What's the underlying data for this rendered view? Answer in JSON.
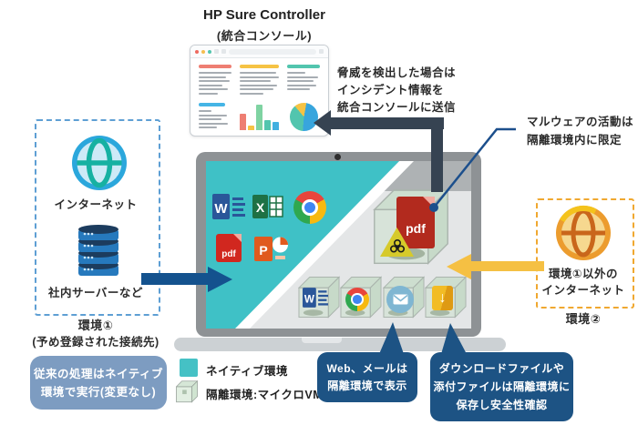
{
  "title": {
    "line1": "HP Sure Controller",
    "line2": "(統合コンソール)"
  },
  "notes": {
    "threat_l1": "脅威を検出した場合は",
    "threat_l2": "インシデント情報を",
    "threat_l3": "統合コンソールに送信",
    "malware_l1": "マルウェアの活動は",
    "malware_l2": "隔離環境内に限定"
  },
  "env1": {
    "internet": "インターネット",
    "server": "社内サーバーなど",
    "label": "環境①",
    "sub": "(予め登録された接続先)",
    "note_l1": "従来の処理はネイティブ",
    "note_l2": "環境で実行(変更なし)"
  },
  "env2": {
    "line1": "環境①以外の",
    "line2": "インターネット",
    "label": "環境②"
  },
  "legend": {
    "native": "ネイティブ環境",
    "isolated": "隔離環境:マイクロVM"
  },
  "bubble_webmail": {
    "l1": "Web、メールは",
    "l2": "隔離環境で表示"
  },
  "bubble_download": {
    "l1": "ダウンロードファイルや",
    "l2": "添付ファイルは隔離環境に",
    "l3": "保存し安全性確認"
  },
  "icons": {
    "pdf_label": "pdf",
    "word_letter": "W",
    "excel_letter": "X",
    "ppt_letter": "P",
    "download_arrow": "↓",
    "native_side": [
      "word-icon",
      "excel-icon",
      "chrome-icon",
      "pdf-icon",
      "powerpoint-icon"
    ],
    "isolated_side": [
      "word-icon",
      "chrome-icon",
      "mail-icon",
      "download-icon"
    ],
    "threat_cube": "pdf-biohazard-icon"
  },
  "colors": {
    "native_teal": "#3fc1c6",
    "bubble_navy": "#1d5384",
    "slate_arrow": "#364352",
    "blue_arrow": "#14528e",
    "yellow_arrow": "#f5c043",
    "pale_note": "#7d9cc1",
    "dashed_blue": "#5e9fd4",
    "dashed_orange": "#f0a830",
    "cube_green": "#bad7bc",
    "laptop_frame": "#8e9295",
    "screen_gray": "#e4e6e7"
  },
  "console_chart": {
    "type": "bar",
    "bars": [
      {
        "color": "#ee7e72",
        "h": 18
      },
      {
        "color": "#f6c344",
        "h": 5
      },
      {
        "color": "#7fd3a2",
        "h": 28
      },
      {
        "color": "#52c5ae",
        "h": 11
      },
      {
        "color": "#41b0e0",
        "h": 9
      }
    ],
    "pie_segments": [
      {
        "color": "#f6c344",
        "deg": 50
      },
      {
        "color": "#38a5dd",
        "deg": 175
      },
      {
        "color": "#52c5ae",
        "deg": 135
      }
    ],
    "panel_colors": [
      "#ee7e72",
      "#f6c344",
      "#52c5ae",
      "#45b5e6"
    ]
  }
}
